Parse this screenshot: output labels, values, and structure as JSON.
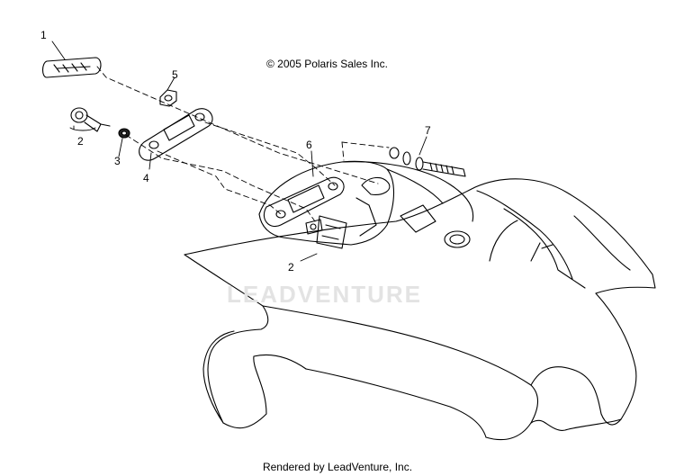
{
  "copyright": "© 2005 Polaris Sales Inc.",
  "watermark": "LEADVENTURE",
  "footer": "Rendered by LeadVenture, Inc.",
  "callouts": [
    {
      "id": "callout-1",
      "text": "1"
    },
    {
      "id": "callout-2-upper",
      "text": "2"
    },
    {
      "id": "callout-3",
      "text": "3"
    },
    {
      "id": "callout-4",
      "text": "4"
    },
    {
      "id": "callout-5",
      "text": "5"
    },
    {
      "id": "callout-6",
      "text": "6"
    },
    {
      "id": "callout-7",
      "text": "7"
    },
    {
      "id": "callout-2-lower",
      "text": "2"
    }
  ]
}
